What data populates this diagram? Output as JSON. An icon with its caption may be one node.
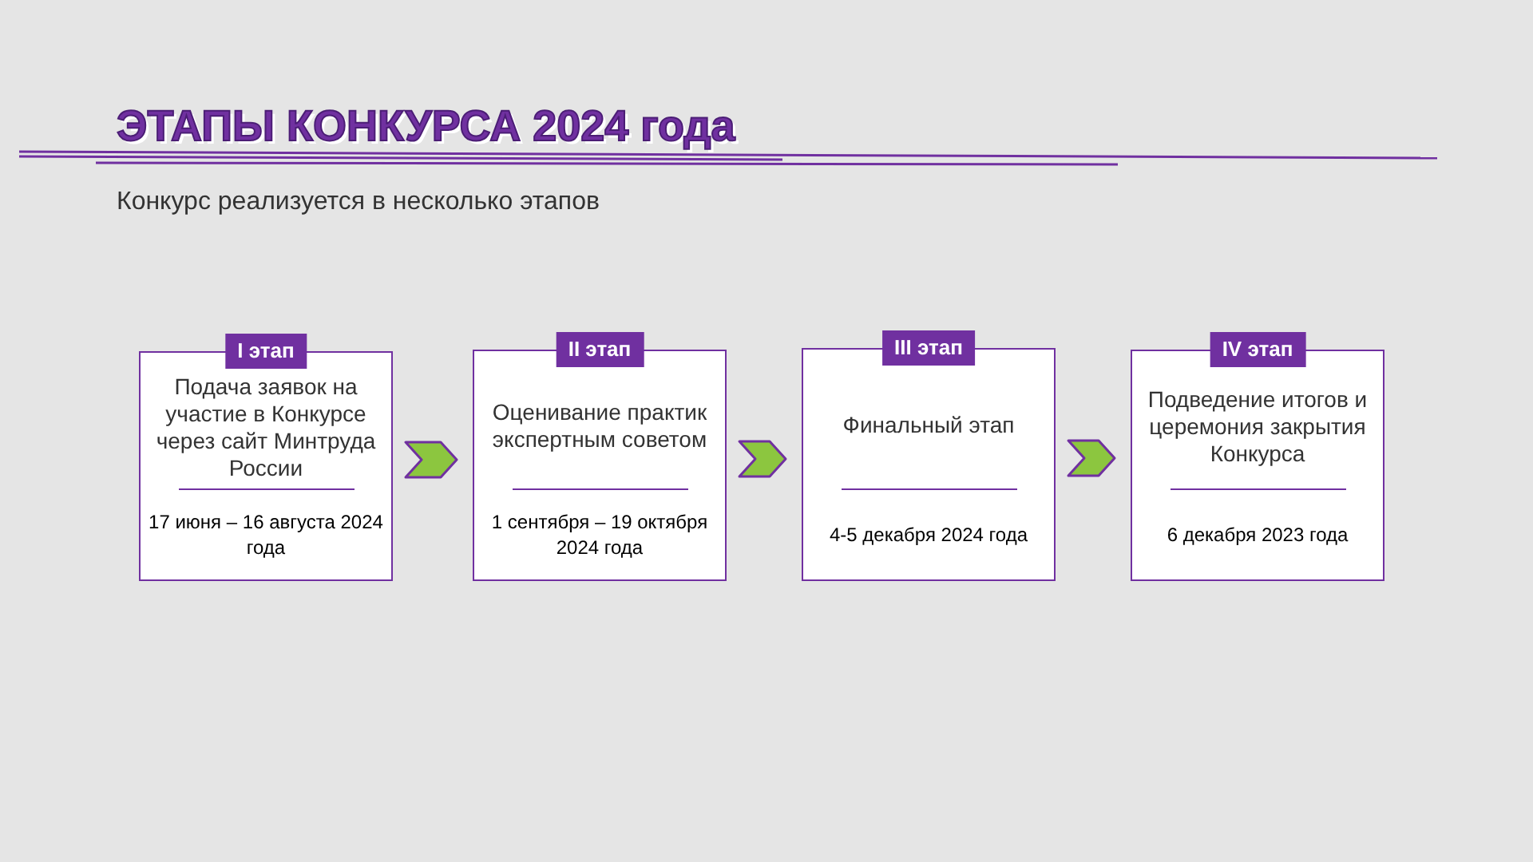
{
  "diagram": {
    "title": "ЭТАПЫ КОНКУРСА 2024 года",
    "nodes": [
      {
        "text": [
          "I этап",
          "Подача заявок на участие в Конкурсе через сайт Минтруда России",
          "17 июня – 16 августа 2024 года"
        ]
      },
      {
        "text": [
          "II этап",
          "Оценивание практик экспертным советом",
          "1 сентября – 19 октября 2024 года"
        ]
      },
      {
        "text": [
          "III этап",
          "Финальный этап",
          "4-5 декабря 2024 года"
        ]
      },
      {
        "text": [
          "IV этап",
          "Подведение итогов и церемония закрытия Конкурса",
          "6 декабря 2023 года"
        ]
      }
    ],
    "edges": [
      {
        "from": 0,
        "to": 1,
        "arrow": "to"
      },
      {
        "from": 1,
        "to": 2,
        "arrow": "to"
      },
      {
        "from": 2,
        "to": 3,
        "arrow": "to"
      }
    ],
    "labels": [
      "Конкурс реализуется в несколько этапов"
    ]
  }
}
